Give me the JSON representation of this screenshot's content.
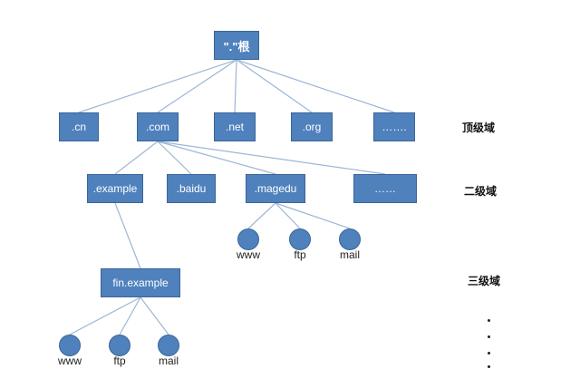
{
  "colors": {
    "node_fill": "#4f81bd",
    "edge": "#9db6d6"
  },
  "root": {
    "label": "\".\"根"
  },
  "top_level": [
    {
      "label": ".cn"
    },
    {
      "label": ".com"
    },
    {
      "label": ".net"
    },
    {
      "label": ".org"
    },
    {
      "label": "……."
    }
  ],
  "second_level": [
    {
      "label": ".example"
    },
    {
      "label": ".baidu"
    },
    {
      "label": ".magedu"
    },
    {
      "label": "……"
    }
  ],
  "third_level": [
    {
      "label": "fin.example"
    }
  ],
  "magedu_hosts": [
    {
      "label": "www",
      "icon": "circle-node-icon"
    },
    {
      "label": "ftp",
      "icon": "circle-node-icon"
    },
    {
      "label": "mail",
      "icon": "circle-node-icon"
    }
  ],
  "fin_hosts": [
    {
      "label": "www",
      "icon": "circle-node-icon"
    },
    {
      "label": "ftp",
      "icon": "circle-node-icon"
    },
    {
      "label": "mail",
      "icon": "circle-node-icon"
    }
  ],
  "level_labels": {
    "top": "顶级域",
    "second": "二级域",
    "third": "三级域"
  },
  "continuation_icon": "vertical-ellipsis-icon"
}
